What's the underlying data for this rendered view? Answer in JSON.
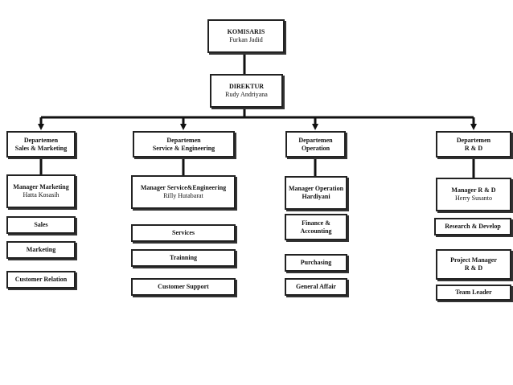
{
  "nodes": {
    "komisaris": {
      "title": "KOMISARIS",
      "name": "Furkan Jadid"
    },
    "direktur": {
      "title": "DIREKTUR",
      "name": "Rudy Andriyana"
    },
    "dept_sales": {
      "line1": "Departemen",
      "line2": "Sales & Marketing"
    },
    "dept_service": {
      "line1": "Departemen",
      "line2": "Service & Engineering"
    },
    "dept_operation": {
      "line1": "Departemen",
      "line2": "Operation"
    },
    "dept_rnd": {
      "line1": "Departemen",
      "line2": "R & D"
    },
    "mgr_marketing": {
      "title": "Manager Marketing",
      "name": "Hatta Kosasih"
    },
    "mgr_service": {
      "title": "Manager Service&Engineering",
      "name": "Rilly Hutabarat"
    },
    "mgr_operation": {
      "title": "Manager Operation",
      "name": "Hardiyani"
    },
    "mgr_rnd": {
      "title": "Manager R & D",
      "name": "Herry Susanto"
    },
    "sales": "Sales",
    "marketing": "Marketing",
    "customer_relation": "Customer Relation",
    "services": "Services",
    "trainning": "Trainning",
    "customer_support": "Customer Support",
    "finance": "Finance & Accounting",
    "purchasing": "Purchasing",
    "general_affair": "General Affair",
    "research": "Research & Develop",
    "project_manager": {
      "line1": "Project Manager",
      "line2": "R & D"
    },
    "team_leader": "Team Leader"
  }
}
